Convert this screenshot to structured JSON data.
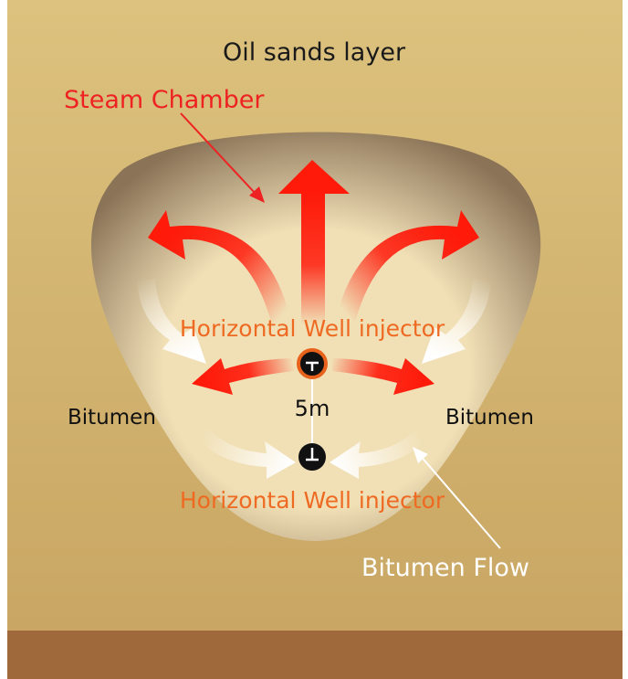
{
  "labels": {
    "layer": "Oil sands layer",
    "steam_chamber": "Steam Chamber",
    "injector_well": "Horizontal Well injector",
    "producer_well": "Horizontal Well injector",
    "bitumen_left": "Bitumen",
    "bitumen_right": "Bitumen",
    "distance": "5m",
    "bitumen_flow": "Bitumen Flow"
  },
  "colors": {
    "sand_top": "#dcc27e",
    "sand_bottom": "#c9a663",
    "ground": "#a0693c",
    "chamber_core": "#f1e0b6",
    "chamber_edge": "#8a7357",
    "steam_arrow": "#ff1a0a",
    "bitumen_arrow": "#ffffff",
    "well_label": "#ee6a22",
    "steam_label": "#ee2222",
    "injector_ring": "#e8621c"
  }
}
